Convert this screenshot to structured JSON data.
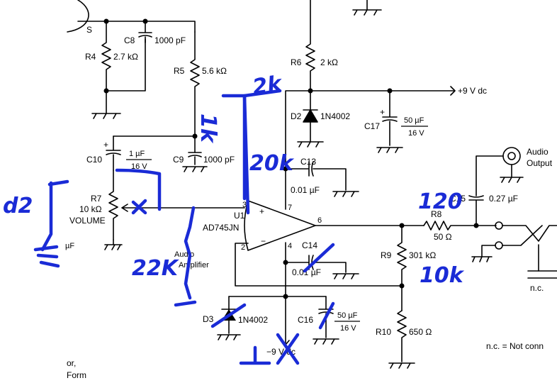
{
  "labels": {
    "s": "S",
    "c8": "C8",
    "c8_val": "1000 pF",
    "r4": "R4",
    "r4_val": "2.7 kΩ",
    "r5": "R5",
    "r5_val": "5.6 kΩ",
    "r6": "R6",
    "r6_val": "2 kΩ",
    "supply_pos": "+9 V dc",
    "d2": "D2",
    "d2_val": "1N4002",
    "c17": "C17",
    "c17_val1": "50 µF",
    "c17_val2": "16 V",
    "c10": "C10",
    "c10_val1": "1 µF",
    "c10_val2": "16 V",
    "c9": "C9",
    "c9_val": "1000 pF",
    "c13": "C13",
    "c13_val": "0.01 µF",
    "r7": "R7",
    "r7_val": "10 kΩ",
    "volume": "VOLUME",
    "u1": "U1",
    "u1_part": "AD745JN",
    "pin3": "3",
    "pin7": "7",
    "pin6": "6",
    "pin2": "2",
    "pin4": "4",
    "plus": "+",
    "minus": "−",
    "c14": "C14",
    "c14_val": "0.01 µF",
    "audio_amp1": "Audio",
    "audio_amp2": "Amplifier",
    "r9": "R9",
    "r9_val": "301 kΩ",
    "r8": "R8",
    "r8_val": "50 Ω",
    "c15": "C15",
    "c15_val": "0.27 µF",
    "audio_out1": "Audio",
    "audio_out2": "Output",
    "d3": "D3",
    "d3_val": "1N4002",
    "c16": "C16",
    "c16_val1": "50 µF",
    "c16_val2": "16 V",
    "supply_neg": "−9 V dc",
    "r10": "R10",
    "r10_val": "650 Ω",
    "nc": "n.c.",
    "nc_note": "n.c. = Not conn",
    "frag_uf": "µF",
    "frag_or": "or,",
    "frag_form": "Form"
  },
  "annotations": {
    "a_2k": "2k",
    "a_1k": "1k",
    "a_20k": "20k",
    "a_d2": "d2",
    "a_22k": "22K",
    "a_120": "120",
    "a_10k": "10k"
  },
  "colors": {
    "ink": "#1a2bd6",
    "line": "#000000"
  }
}
